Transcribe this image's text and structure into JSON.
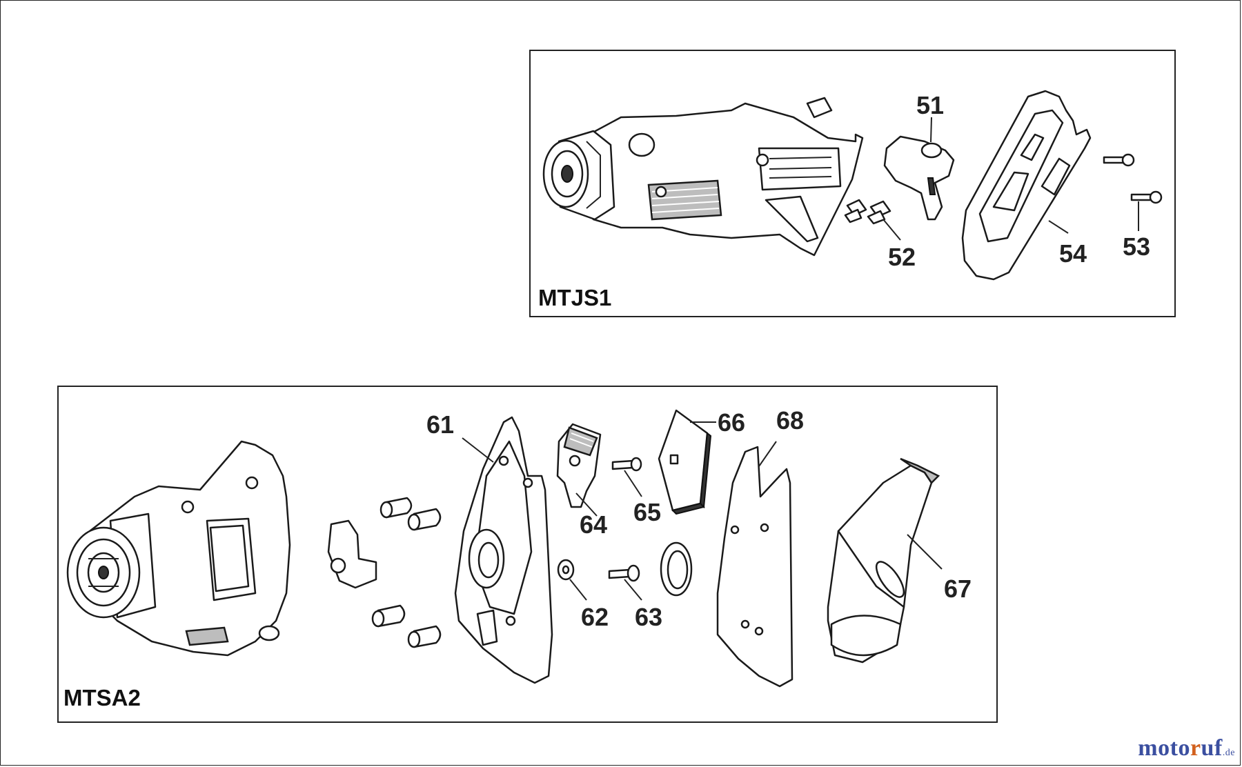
{
  "panels": [
    {
      "id": "MTJS1",
      "label": "MTJS1"
    },
    {
      "id": "MTSA2",
      "label": "MTSA2"
    }
  ],
  "callouts": {
    "c51": "51",
    "c52": "52",
    "c53": "53",
    "c54": "54",
    "c61": "61",
    "c62": "62",
    "c63": "63",
    "c64": "64",
    "c65": "65",
    "c66": "66",
    "c67": "67",
    "c68": "68"
  },
  "watermark": {
    "pre": "moto",
    "hi": "r",
    "post": "uf",
    "tld": ".de"
  },
  "colors": {
    "line": "#1a1a1a",
    "fill": "#ffffff",
    "watermark_blue": "#3b4fa0",
    "watermark_orange": "#d2611e"
  }
}
